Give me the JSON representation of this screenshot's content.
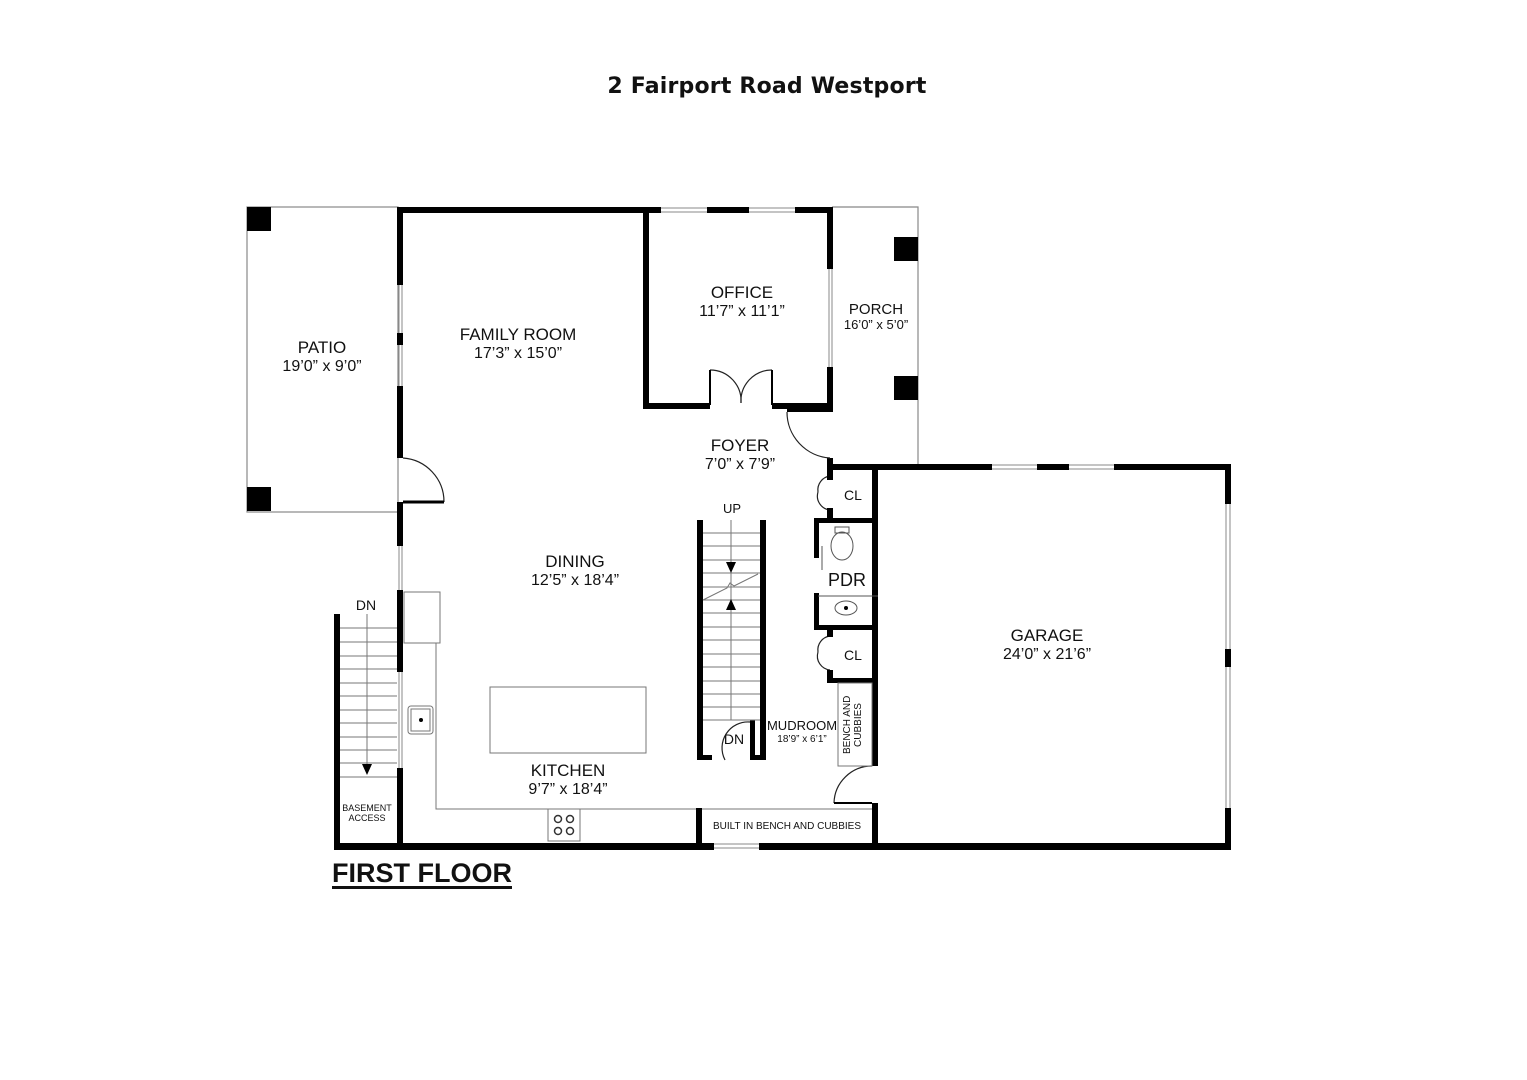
{
  "title": "2 Fairport Road Westport",
  "floor_label": "FIRST FLOOR",
  "rooms": {
    "patio": {
      "name": "PATIO",
      "dims": "19’0” x 9’0”"
    },
    "family_room": {
      "name": "FAMILY ROOM",
      "dims": "17’3” x 15’0”"
    },
    "office": {
      "name": "OFFICE",
      "dims": "11’7” x 11’1”"
    },
    "porch": {
      "name": "PORCH",
      "dims": "16’0” x 5’0”"
    },
    "foyer": {
      "name": "FOYER",
      "dims": "7’0” x 7’9”"
    },
    "dining": {
      "name": "DINING",
      "dims": "12’5” x 18’4”"
    },
    "kitchen": {
      "name": "KITCHEN",
      "dims": "9’7” x 18’4”"
    },
    "mudroom": {
      "name": "MUDROOM",
      "dims": "18’9” x 6’1”"
    },
    "garage": {
      "name": "GARAGE",
      "dims": "24’0” x 21’6”"
    },
    "pdr": {
      "name": "PDR"
    },
    "closet_upper": {
      "name": "CL"
    },
    "closet_lower": {
      "name": "CL"
    }
  },
  "fixtures": {
    "main_stair_up": "UP",
    "main_stair_dn": "DN",
    "basement_stair_dn": "DN",
    "basement_access": [
      "BASEMENT",
      "ACCESS"
    ],
    "bench_cubbies_vertical": [
      "BENCH AND",
      "CUBBIES"
    ],
    "built_in_bench": "BUILT IN BENCH AND CUBBIES"
  },
  "colors": {
    "wall": "#000000",
    "thin_line": "#777777",
    "background": "#ffffff"
  }
}
